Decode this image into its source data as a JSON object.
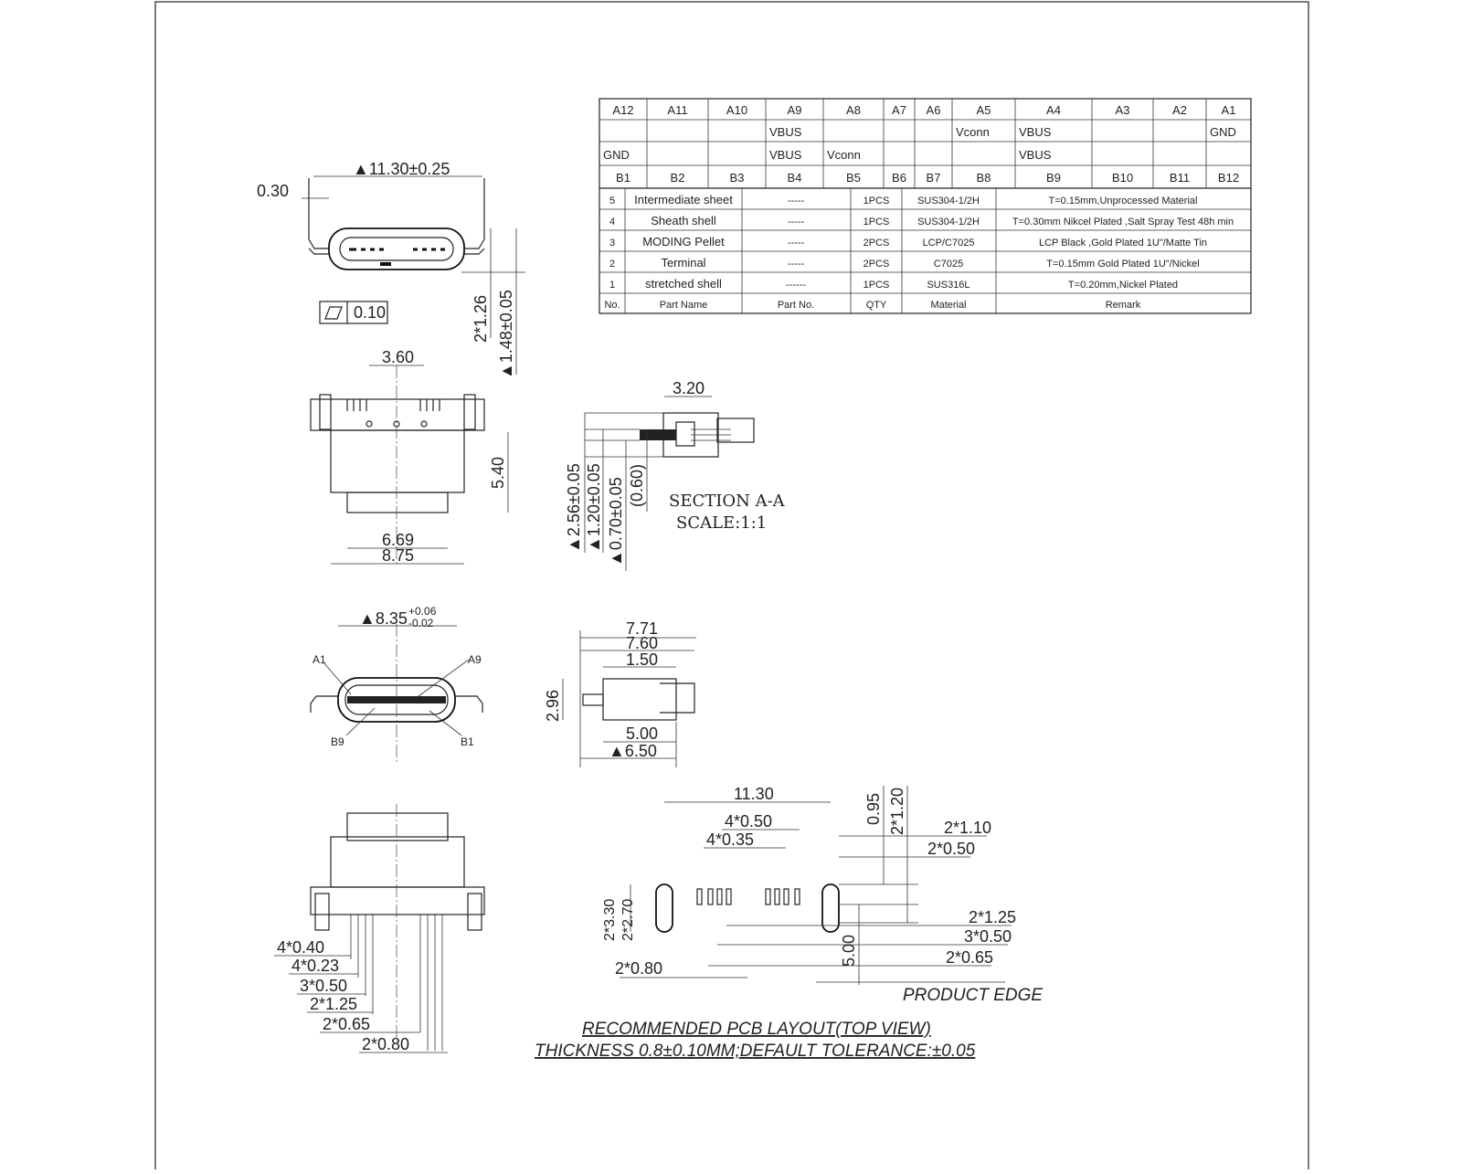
{
  "pin_table": {
    "row_a_labels": [
      "A12",
      "A11",
      "A10",
      "A9",
      "A8",
      "A7",
      "A6",
      "A5",
      "A4",
      "A3",
      "A2",
      "A1"
    ],
    "row_a_signals": [
      "",
      "",
      "",
      "VBUS",
      "",
      "",
      "",
      "Vconn",
      "VBUS",
      "",
      "",
      "GND"
    ],
    "row_b_signals": [
      "GND",
      "",
      "",
      "VBUS",
      "Vconn",
      "",
      "",
      "",
      "VBUS",
      "",
      "",
      ""
    ],
    "row_b_labels": [
      "B1",
      "B2",
      "B3",
      "B4",
      "B5",
      "B6",
      "B7",
      "B8",
      "B9",
      "B10",
      "B11",
      "B12"
    ]
  },
  "bom": {
    "headers": {
      "no": "No.",
      "name": "Part Name",
      "part_no": "Part No.",
      "qty": "QTY",
      "material": "Material",
      "remark": "Remark"
    },
    "rows": [
      {
        "no": "5",
        "name": "Intermediate sheet",
        "part_no": "-----",
        "qty": "1PCS",
        "material": "SUS304-1/2H",
        "remark": "T=0.15mm,Unprocessed Material"
      },
      {
        "no": "4",
        "name": "Sheath shell",
        "part_no": "-----",
        "qty": "1PCS",
        "material": "SUS304-1/2H",
        "remark": "T=0.30mm Nikcel Plated ,Salt Spray Test 48h min"
      },
      {
        "no": "3",
        "name": "MODING Pellet",
        "part_no": "-----",
        "qty": "2PCS",
        "material": "LCP/C7025",
        "remark": "LCP Black ,Gold Plated 1U\"/Matte Tin"
      },
      {
        "no": "2",
        "name": "Terminal",
        "part_no": "-----",
        "qty": "2PCS",
        "material": "C7025",
        "remark": "T=0.15mm Gold Plated 1U\"/Nickel"
      },
      {
        "no": "1",
        "name": "stretched shell",
        "part_no": "------",
        "qty": "1PCS",
        "material": "SUS316L",
        "remark": "T=0.20mm,Nickel Plated"
      }
    ]
  },
  "front_view": {
    "width_dim": "▲11.30±0.25",
    "shell_dim": "0.30",
    "flatness": "0.10",
    "height_dim_1": "2*1.26",
    "height_dim_2": "▲1.48±0.05"
  },
  "top_view": {
    "pitch_dim": "3.60",
    "depth_dim": "5.40",
    "inner_width": "6.69",
    "outer_width": "8.75"
  },
  "section_view": {
    "length_dim": "3.20",
    "h1": "▲2.56±0.05",
    "h2": "▲1.20±0.05",
    "h3": "▲0.70±0.05",
    "h4": "(0.60)",
    "title": "SECTION A-A",
    "scale": "SCALE:1:1"
  },
  "mating_view": {
    "width_dim": "▲8.35",
    "tol_plus": "+0.06",
    "tol_minus": "-0.02",
    "label_a1": "A1",
    "label_a9": "A9",
    "label_b9": "B9",
    "label_b1": "B1"
  },
  "side_view": {
    "d1": "7.71",
    "d2": "7.60",
    "d3": "1.50",
    "d4": "2.96",
    "d5": "5.00",
    "d6": "▲6.50"
  },
  "bottom_view": {
    "d1": "4*0.40",
    "d2": "4*0.23",
    "d3": "3*0.50",
    "d4": "2*1.25",
    "d5": "2*0.65",
    "d6": "2*0.80"
  },
  "pcb_layout": {
    "d_width": "11.30",
    "d_4x050": "4*0.50",
    "d_4x035": "4*0.35",
    "d_095": "0.95",
    "d_2x120": "2*1.20",
    "d_2x110": "2*1.10",
    "d_2x050": "2*0.50",
    "d_2x125": "2*1.25",
    "d_3x050": "3*0.50",
    "d_2x065": "2*0.65",
    "d_500": "5.00",
    "d_2x080": "2*0.80",
    "d_2x330": "2*3.30",
    "d_2x270": "2*2.70",
    "product_edge": "PRODUCT EDGE",
    "title": "RECOMMENDED PCB LAYOUT(TOP VIEW)",
    "subtitle": "THICKNESS 0.8±0.10MM;DEFAULT TOLERANCE:±0.05"
  }
}
